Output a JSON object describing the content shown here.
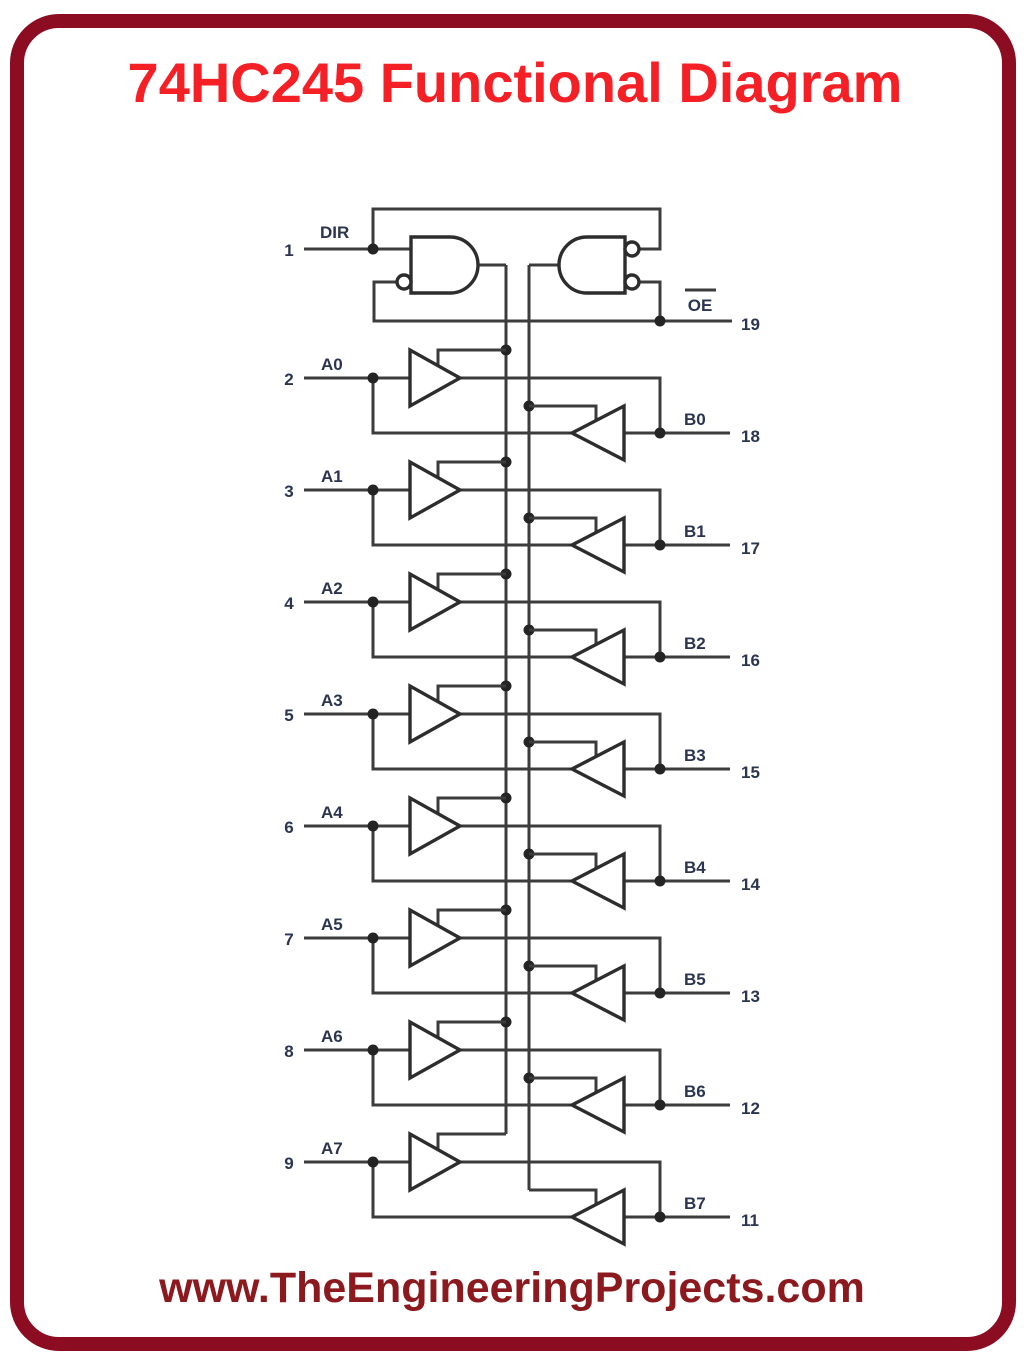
{
  "title": "74HC245 Functional Diagram",
  "footer": {
    "website": "www.TheEngineeringProjects.com"
  },
  "colors": {
    "title_red": "#f51f26",
    "footer_maroon": "#8b191d",
    "border_maroon": "#8c0c22",
    "wire_gray": "#3c3c3c",
    "label_dark": "#2b3550",
    "background": "#ffffff"
  },
  "diagram": {
    "control": {
      "dir_label": "DIR",
      "dir_pin": "1",
      "oe_label": "OE",
      "oe_pin": "19"
    },
    "channels": [
      {
        "a_label": "A0",
        "a_pin": "2",
        "b_label": "B0",
        "b_pin": "18"
      },
      {
        "a_label": "A1",
        "a_pin": "3",
        "b_label": "B1",
        "b_pin": "17"
      },
      {
        "a_label": "A2",
        "a_pin": "4",
        "b_label": "B2",
        "b_pin": "16"
      },
      {
        "a_label": "A3",
        "a_pin": "5",
        "b_label": "B3",
        "b_pin": "15"
      },
      {
        "a_label": "A4",
        "a_pin": "6",
        "b_label": "B4",
        "b_pin": "14"
      },
      {
        "a_label": "A5",
        "a_pin": "7",
        "b_label": "B5",
        "b_pin": "13"
      },
      {
        "a_label": "A6",
        "a_pin": "8",
        "b_label": "B6",
        "b_pin": "12"
      },
      {
        "a_label": "A7",
        "a_pin": "9",
        "b_label": "B7",
        "b_pin": "11"
      }
    ]
  }
}
